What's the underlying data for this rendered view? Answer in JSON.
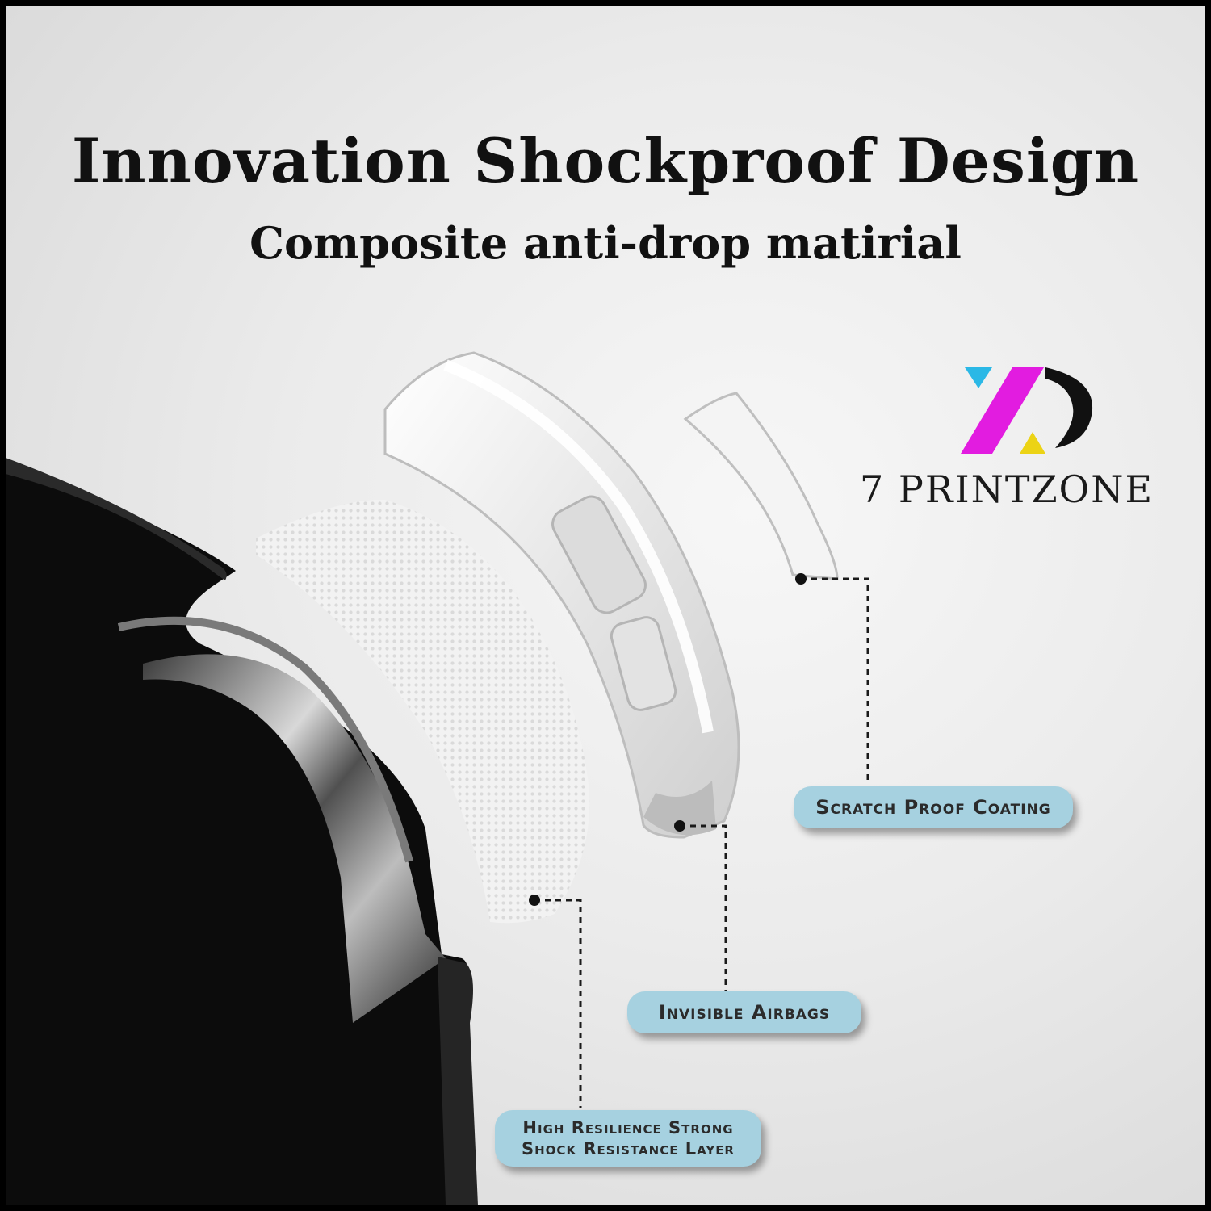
{
  "title": "Innovation Shockproof Design",
  "subtitle": "Composite anti-drop matirial",
  "brand": {
    "name": "7 PRINTZONE",
    "logo_icon": "yzp-logo-icon",
    "colors": {
      "cyan": "#2bb8e6",
      "magenta": "#e21ce0",
      "yellow": "#ecd315",
      "dark": "#111111"
    }
  },
  "callouts": {
    "scratch": "Scratch Proof Coating",
    "airbags": "Invisible Airbags",
    "layer_line1": "High Resilience Strong",
    "layer_line2": "Shock Resistance Layer"
  },
  "pill_color": "#a6d1e0"
}
